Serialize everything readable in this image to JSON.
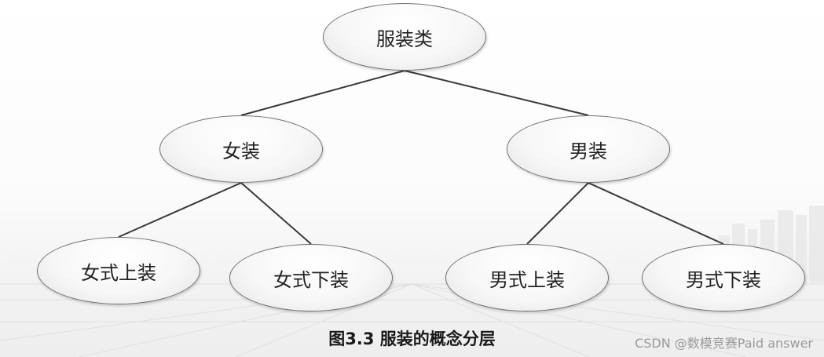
{
  "diagram": {
    "nodes": {
      "root": "服装类",
      "women": "女装",
      "men": "男装",
      "women_top": "女式上装",
      "women_bottom": "女式下装",
      "men_top": "男式上装",
      "men_bottom": "男式下装"
    },
    "edges": [
      [
        "root",
        "women"
      ],
      [
        "root",
        "men"
      ],
      [
        "women",
        "women_top"
      ],
      [
        "women",
        "women_bottom"
      ],
      [
        "men",
        "men_top"
      ],
      [
        "men",
        "men_bottom"
      ]
    ]
  },
  "caption": "图3.3 服装的概念分层",
  "watermark": "CSDN @数模竞赛Paid answer",
  "colors": {
    "edge": "#3a3a3a",
    "node_border": "#707070"
  }
}
